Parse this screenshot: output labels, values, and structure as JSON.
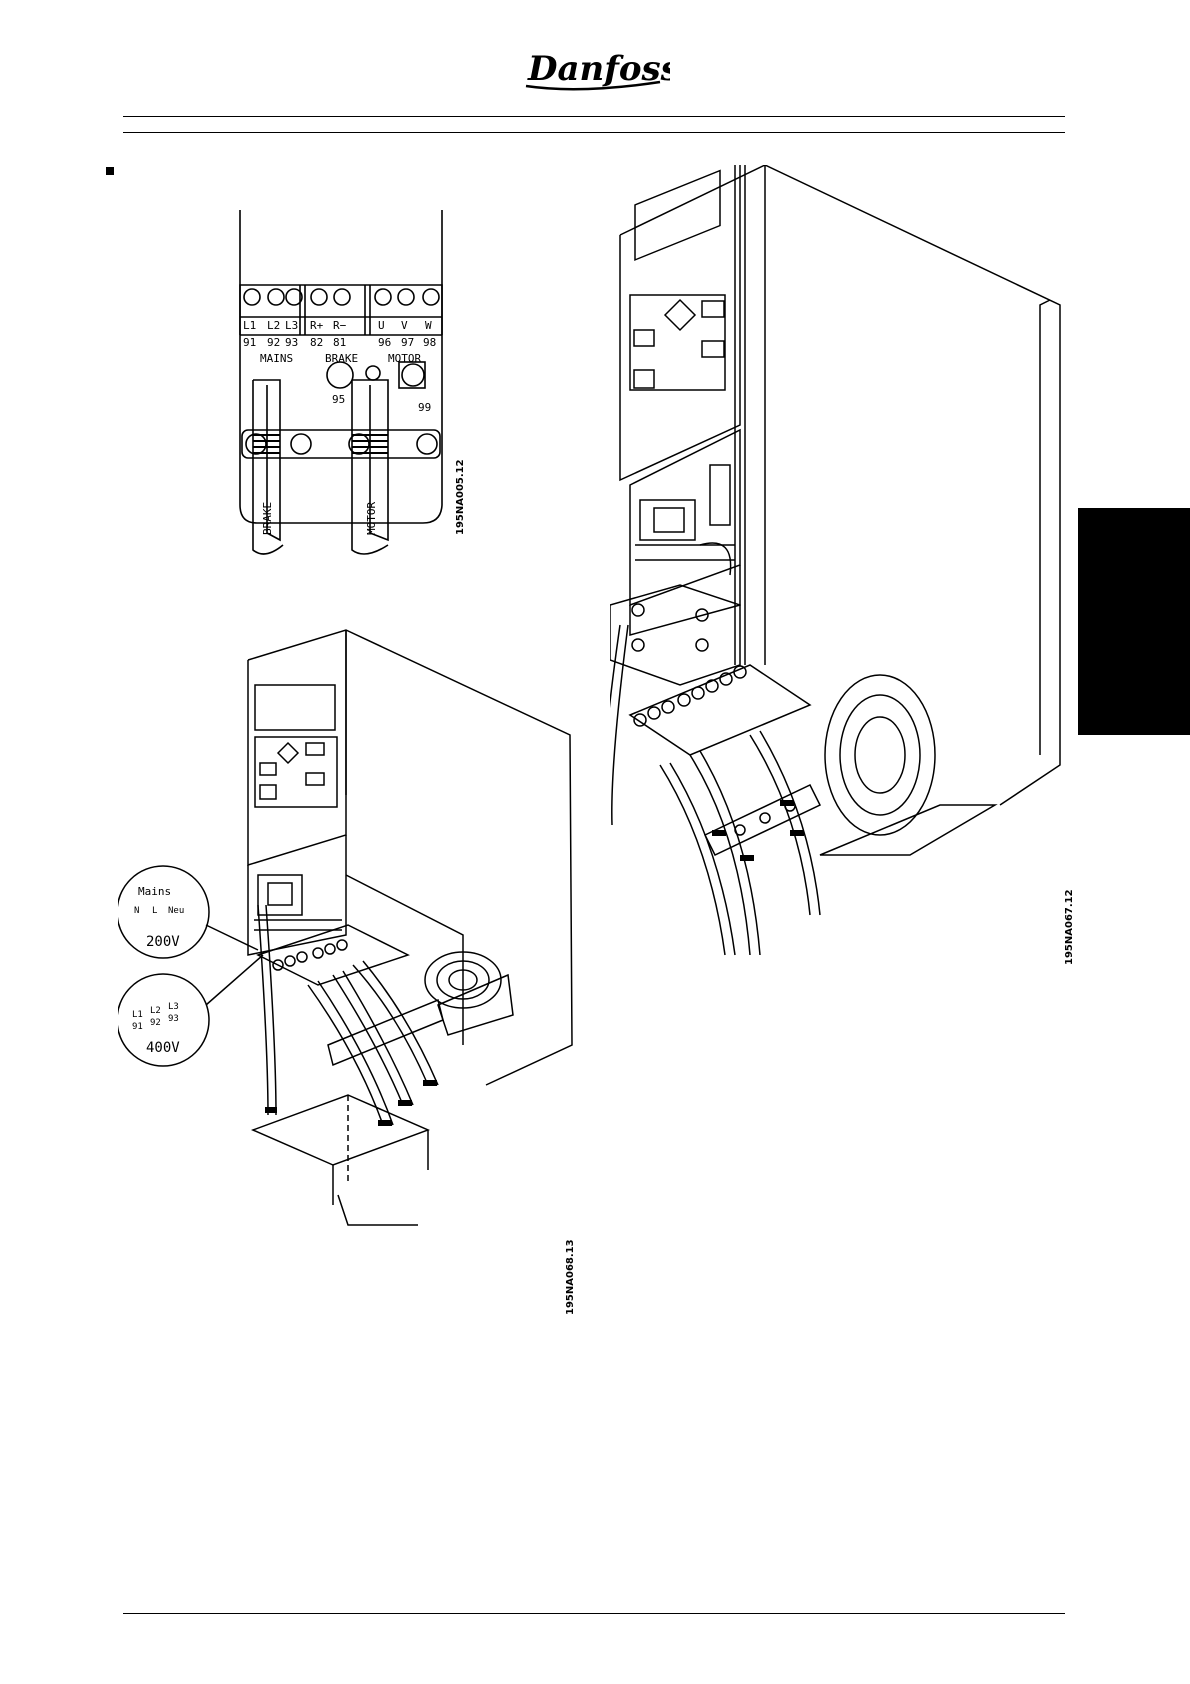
{
  "header": {
    "brand": "Danfoss"
  },
  "figure1": {
    "terminal_labels": [
      "L1",
      "L2",
      "L3",
      "R+",
      "R−",
      "U",
      "V",
      "W"
    ],
    "terminal_numbers": [
      "91",
      "92",
      "93",
      "82",
      "81",
      "96",
      "97",
      "98"
    ],
    "group_labels": [
      "MAINS",
      "BRAKE",
      "MOTOR"
    ],
    "earth_left": "95",
    "earth_right": "99",
    "cable_brake": "BRAKE",
    "cable_motor": "MOTOR",
    "code": "195NA005.12"
  },
  "figure2": {
    "inset_top_title": "Mains",
    "inset_top_terminals": [
      "N",
      "L",
      "Neu"
    ],
    "inset_top_voltage": "200V",
    "inset_bottom_terminals": [
      "L1",
      "L2",
      "L3"
    ],
    "inset_bottom_numbers": [
      "91",
      "92",
      "93"
    ],
    "inset_bottom_voltage": "400V",
    "code": "195NA068.13"
  },
  "figure3": {
    "code": "195NA067.12"
  }
}
